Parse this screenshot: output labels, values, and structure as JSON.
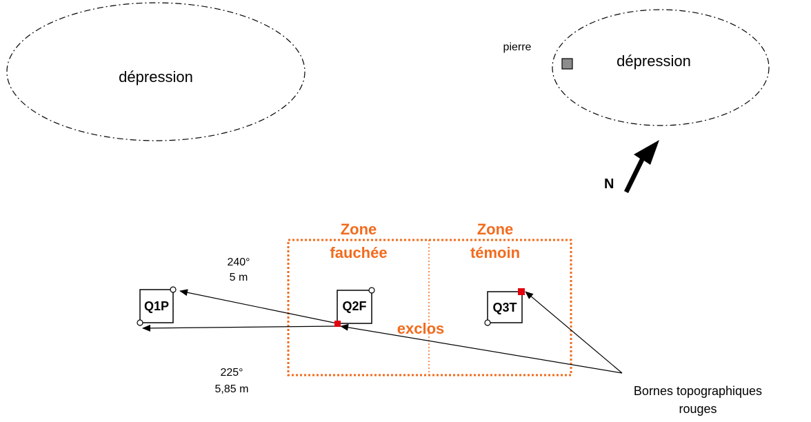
{
  "depressions": {
    "left_label": "dépression",
    "right_label": "dépression"
  },
  "stone_label": "pierre",
  "north_label": "N",
  "zones": {
    "mown_line1": "Zone",
    "mown_line2": "fauchée",
    "control_line1": "Zone",
    "control_line2": "témoin",
    "exclosure_label": "exclos"
  },
  "quadrats": {
    "q1": "Q1P",
    "q2": "Q2F",
    "q3": "Q3T"
  },
  "measures": {
    "upper_angle": "240°",
    "upper_distance": "5 m",
    "lower_angle": "225°",
    "lower_distance": "5,85 m"
  },
  "markers_label_line1": "Bornes topographiques",
  "markers_label_line2": "rouges",
  "colors": {
    "zone_orange": "#f26b1d",
    "marker_red": "#e3000f",
    "stone_grey": "#8c8c8c"
  }
}
